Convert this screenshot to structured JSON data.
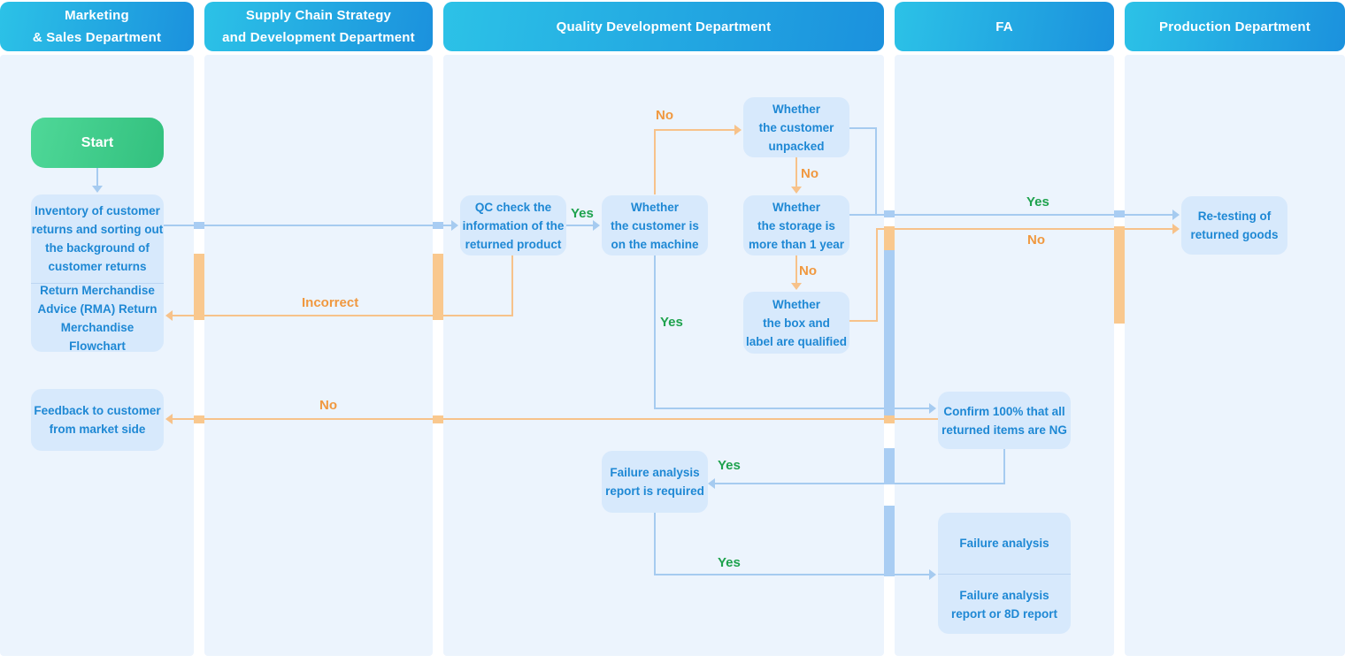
{
  "colors": {
    "lane_bg": "#ECF4FD",
    "header_grad_a": "#2CC2E7",
    "header_grad_b": "#1B91DD",
    "node_fill": "#D7E9FC",
    "node_text": "#1E88D4",
    "edge_blue": "#A6CBF0",
    "edge_orange": "#F7C28A",
    "bar_blue": "#A9CDF3",
    "bar_orange": "#F9C88E",
    "label_yes": "#1EA24D",
    "label_no": "#F0983F",
    "start_grad_a": "#4FD898",
    "start_grad_b": "#32C07E"
  },
  "lanes": [
    {
      "label": "Marketing\n& Sales Department"
    },
    {
      "label": "Supply Chain Strategy\nand Development Department"
    },
    {
      "label": "Quality Development Department"
    },
    {
      "label": "FA"
    },
    {
      "label": "Production Department"
    }
  ],
  "nodes": {
    "start": "Start",
    "inventory": "Inventory of customer\nreturns and sorting out\nthe background of\ncustomer returns",
    "rma": "Return Merchandise\nAdvice (RMA) Return\nMerchandise Flowchart",
    "feedback": "Feedback to customer\nfrom market side",
    "qc_check": "QC check the\ninformation of the\nreturned product",
    "on_machine": "Whether\nthe customer is\non the machine",
    "unpacked": "Whether\nthe customer\nunpacked",
    "storage": "Whether\nthe storage is\nmore than 1 year",
    "box_label": "Whether\nthe box and\nlabel are qualified",
    "retesting": "Re-testing of\nreturned goods",
    "confirm_ng": "Confirm 100% that all\nreturned items are NG",
    "fa_required": "Failure analysis\nreport is required",
    "failure_analysis": "Failure analysis",
    "fa_8d_report": "Failure analysis\nreport or 8D report"
  },
  "edge_labels": {
    "qc_yes": "Yes",
    "machine_no": "No",
    "unpacked_no": "No",
    "storage_no": "No",
    "machine_yes": "Yes",
    "incorrect": "Incorrect",
    "storage_yes": "Yes",
    "boxlabel_no": "No",
    "confirm_no": "No",
    "confirm_yes": "Yes",
    "fa_yes": "Yes"
  }
}
